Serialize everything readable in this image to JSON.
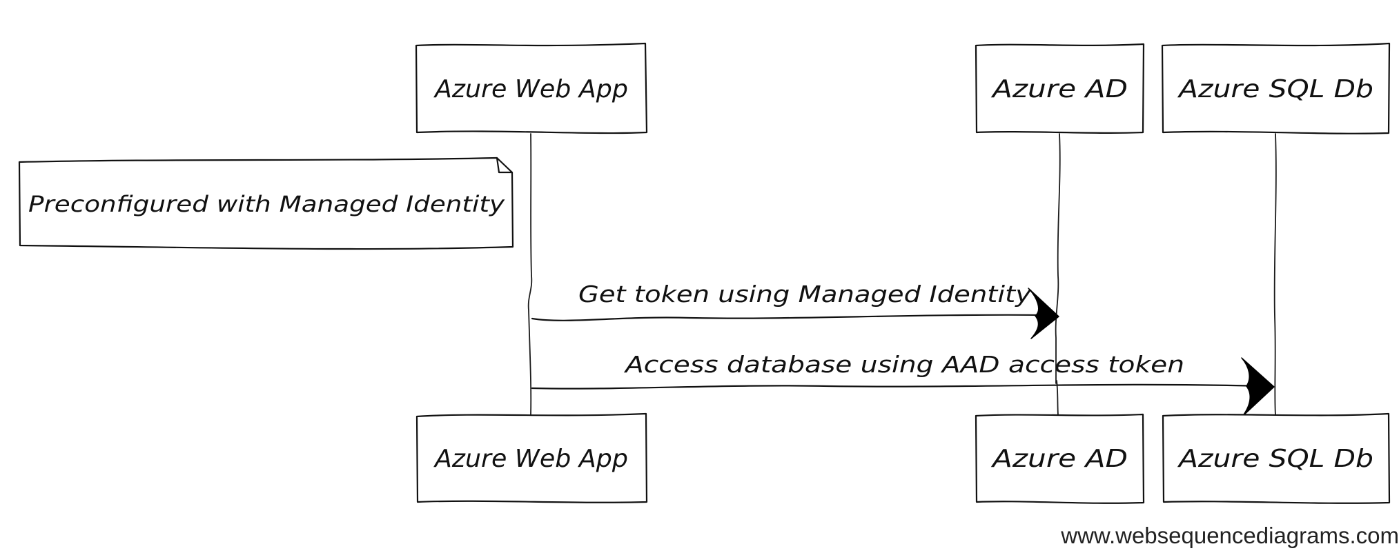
{
  "participants": [
    {
      "id": "webapp",
      "label": "Azure Web App"
    },
    {
      "id": "aad",
      "label": "Azure AD"
    },
    {
      "id": "sqldb",
      "label": "Azure SQL Db"
    }
  ],
  "note": {
    "text": "Preconfigured with Managed Identity"
  },
  "messages": [
    {
      "from": "webapp",
      "to": "aad",
      "label": "Get token using Managed Identity"
    },
    {
      "from": "webapp",
      "to": "sqldb",
      "label": "Access database using AAD access token"
    }
  ],
  "watermark": "www.websequencediagrams.com"
}
